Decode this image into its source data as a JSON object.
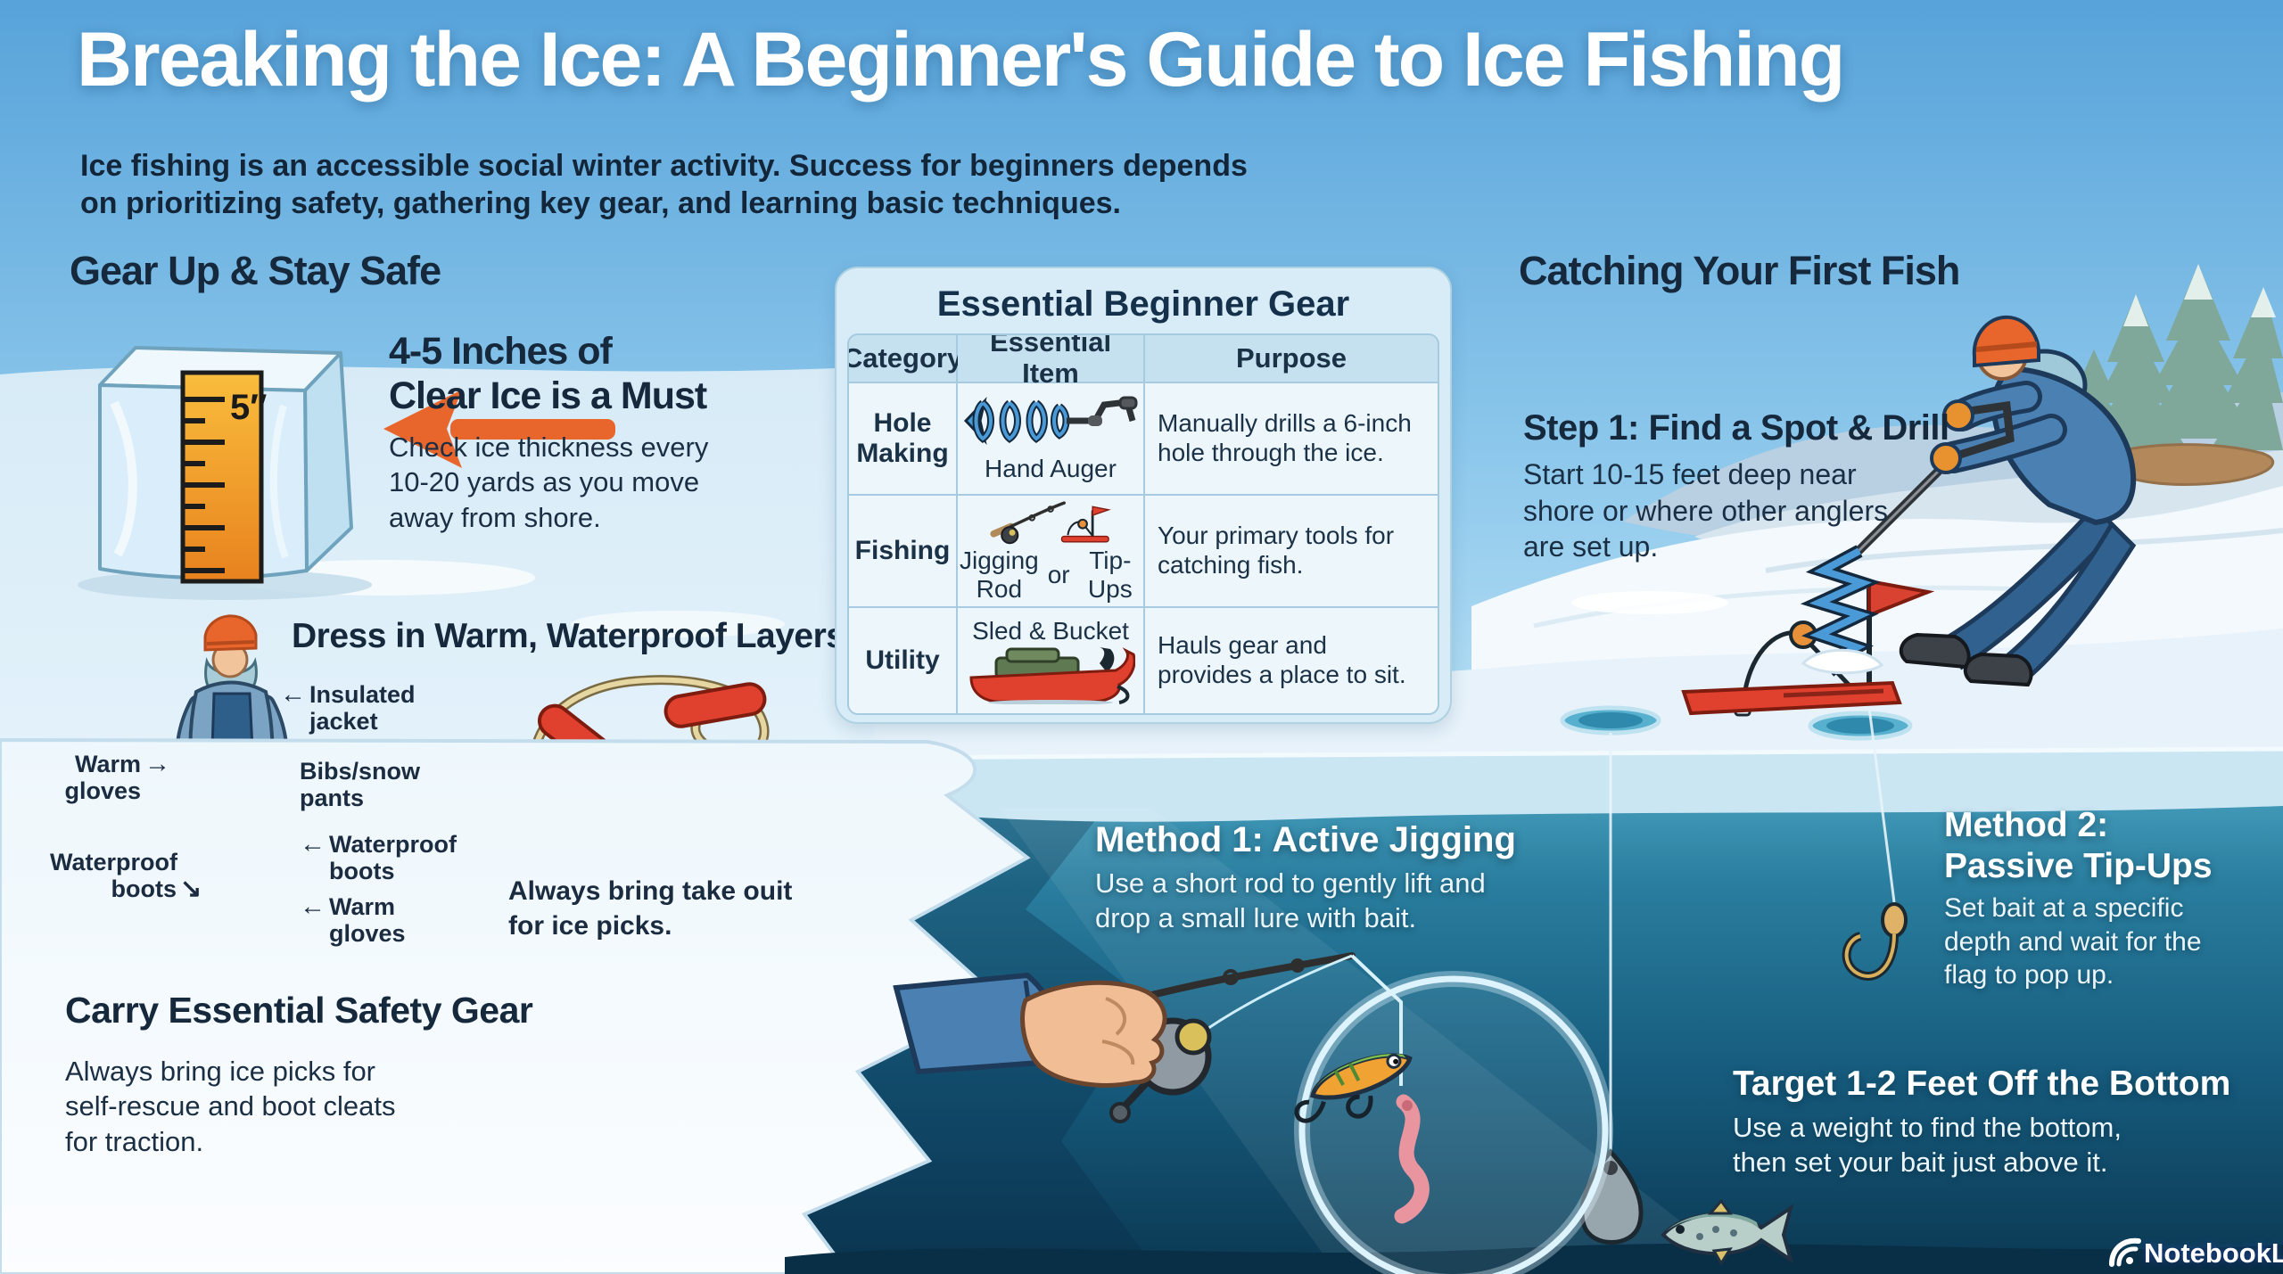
{
  "page": {
    "title": "Breaking the Ice: A Beginner's Guide to Ice Fishing",
    "subtitle_line1": "Ice fishing is an accessible social winter activity. Success for beginners depends",
    "subtitle_line2": "on prioritizing safety, gathering key gear, and learning basic techniques."
  },
  "colors": {
    "sky_blue": "#5fa9de",
    "deep_water": "#0c3a55",
    "accent_orange": "#e8662c",
    "flag_red": "#d94230",
    "navy_text": "#15283c",
    "panel_blue": "#d8ecf7"
  },
  "icons": {
    "left_arrow": "←",
    "right_arrow": "→",
    "down_right_arrow": "↘",
    "brand_icon": "notebooklm-logo-icon"
  },
  "gear_up": {
    "heading": "Gear Up & Stay Safe",
    "ice_thickness_label": "5″",
    "callout_line1": "4-5 Inches of",
    "callout_line2": "Clear Ice is a Must",
    "body": "Check ice thickness every 10-20 yards as you move away from shore."
  },
  "gear_table": {
    "title": "Essential Beginner Gear",
    "columns": [
      "Category",
      "Essential Item",
      "Purpose"
    ],
    "rows": [
      {
        "category": "Hole Making",
        "item": "Hand Auger",
        "purpose": "Manually drills a 6-inch hole through the ice.",
        "icon": "hand-auger-icon"
      },
      {
        "category": "Fishing",
        "item_a": "Jigging Rod",
        "item_join": "or",
        "item_b": "Tip-Ups",
        "purpose": "Your primary tools for catching fish.",
        "icon": "jigging-rod-and-tip-up-icon"
      },
      {
        "category": "Utility",
        "item": "Sled & Bucket",
        "purpose": "Hauls gear and provides a place to sit.",
        "icon": "sled-icon"
      }
    ]
  },
  "dress": {
    "heading": "Dress in Warm, Waterproof Layers",
    "labels": {
      "jacket": "Insulated jacket",
      "gloves_left": "Warm gloves",
      "bibs": "Bibs/snow pants",
      "boots_left": "Waterproof boots",
      "boots_right": "Waterproof boots",
      "gloves_bottom": "Warm gloves"
    },
    "note": "Always bring take ouit for ice picks."
  },
  "safety": {
    "heading": "Carry Essential Safety Gear",
    "body": "Always bring ice picks for self-rescue and boot cleats for traction."
  },
  "catching": {
    "heading": "Catching Your First Fish",
    "step1_title": "Step 1: Find a Spot & Drill",
    "step1_body": "Start 10-15 feet deep near shore or where other anglers are set up."
  },
  "methods": {
    "method1_title": "Method 1: Active Jigging",
    "method1_body": "Use a short rod to gently lift and drop a small lure with bait.",
    "method2_title_line1": "Method 2:",
    "method2_title_line2": "Passive Tip-Ups",
    "method2_body": "Set bait at a specific depth and wait for the flag to pop up.",
    "target_title": "Target 1-2 Feet Off the Bottom",
    "target_body": "Use a weight to find the bottom, then set your bait just above it."
  },
  "footer": {
    "brand": "NotebookLM"
  }
}
